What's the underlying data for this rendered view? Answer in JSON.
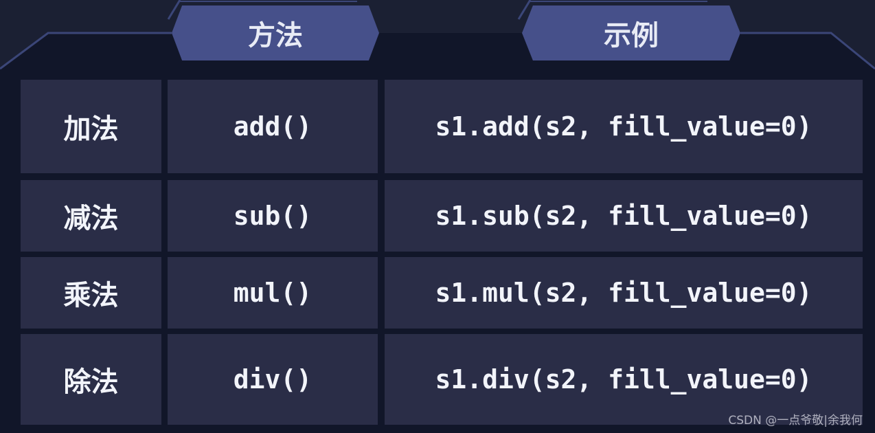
{
  "headers": {
    "method": "方法",
    "example": "示例"
  },
  "rows": [
    {
      "name": "加法",
      "method": "add()",
      "example": "s1.add(s2, fill_value=0)"
    },
    {
      "name": "减法",
      "method": "sub()",
      "example": "s1.sub(s2, fill_value=0)"
    },
    {
      "name": "乘法",
      "method": "mul()",
      "example": "s1.mul(s2, fill_value=0)"
    },
    {
      "name": "除法",
      "method": "div()",
      "example": "s1.div(s2, fill_value=0)"
    }
  ],
  "watermark": "CSDN @一点爷敬|余我何",
  "colors": {
    "background": "#1b2033",
    "frame": "#111629",
    "tab": "#46508a",
    "cell": "#2a2d47",
    "text": "#f2f4fa"
  }
}
